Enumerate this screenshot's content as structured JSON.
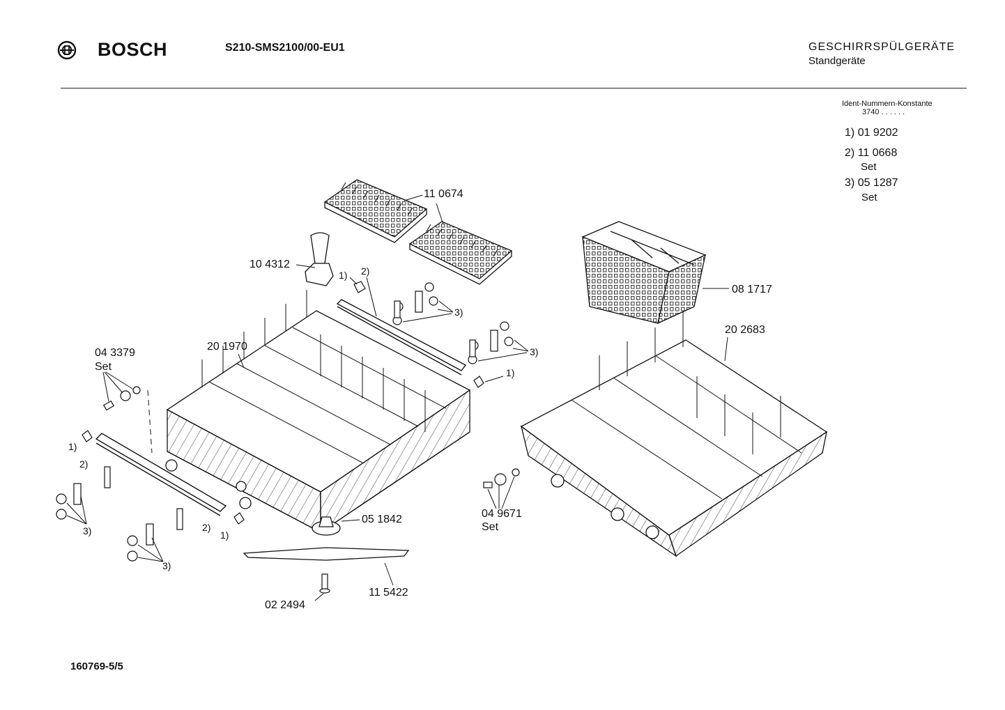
{
  "header": {
    "brand": "BOSCH",
    "model": "S210-SMS2100/00-EU1",
    "category": "GESCHIRRSPÜLGERÄTE",
    "subcategory": "Standgeräte",
    "logo_icon": "bosch-armature-icon"
  },
  "ident": {
    "heading": "Ident-Nummern-Konstante",
    "value": "3740  . .   . . . ."
  },
  "footnotes": [
    {
      "marker": "1)",
      "number": "01 9202",
      "note": ""
    },
    {
      "marker": "2)",
      "number": "11 0668",
      "note": "Set"
    },
    {
      "marker": "3)",
      "number": "05 1287",
      "note": "Set"
    }
  ],
  "parts": {
    "p110674": "11 0674",
    "p104312": "10 4312",
    "p081717": "08 1717",
    "p202683": "20 2683",
    "p201970": "20 1970",
    "p043379": "04 3379",
    "p043379_set": "Set",
    "p051842": "05 1842",
    "p049671": "04 9671",
    "p049671_set": "Set",
    "p115422": "11 5422",
    "p022494": "02 2494"
  },
  "refs": {
    "r1": "1)",
    "r2": "2)",
    "r3": "3)"
  },
  "footer": {
    "code": "160769-5/5"
  }
}
